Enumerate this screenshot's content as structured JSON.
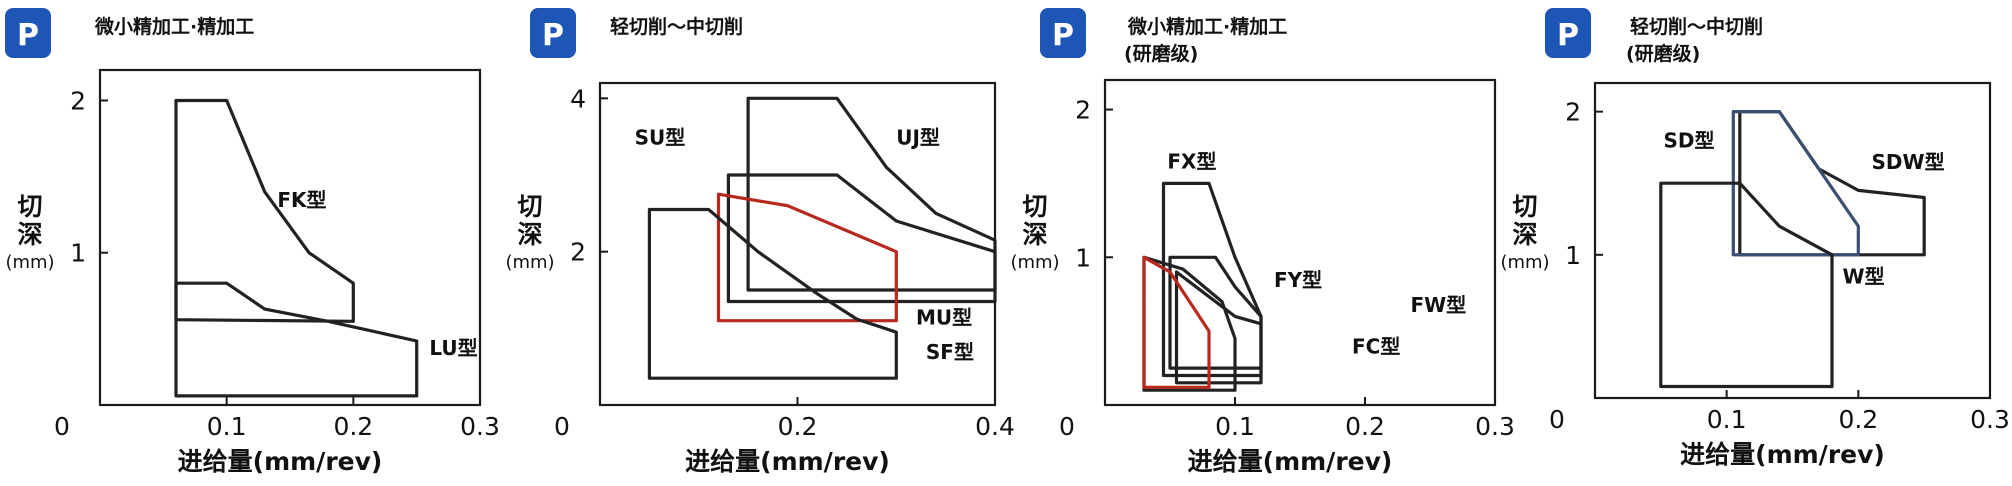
{
  "colors": {
    "badge": "#1d56b5",
    "outline": "#222222",
    "red": "#b8281c",
    "blue": "#3a4f72",
    "axis": "#1a1a1a"
  },
  "badge_letter": "P",
  "chart_data": [
    {
      "type": "area",
      "title": "微小精加工·精加工",
      "subtitle": "",
      "xlabel": "进给量(mm/rev)",
      "ylabel": [
        "切",
        "深",
        "(mm)"
      ],
      "xlim": [
        0,
        0.3
      ],
      "ylim": [
        0,
        2.2
      ],
      "xticks": [
        0,
        0.1,
        0.2,
        0.3
      ],
      "xtick_labels": [
        "0",
        "0.1",
        "0.2",
        "0.3"
      ],
      "yticks": [
        1,
        2
      ],
      "ytick_labels": [
        "1",
        "2"
      ],
      "grid": false,
      "regions": [
        {
          "name": "FK型",
          "color": "outline",
          "points": [
            [
              0.06,
              0.56
            ],
            [
              0.06,
              2.0
            ],
            [
              0.1,
              2.0
            ],
            [
              0.13,
              1.4
            ],
            [
              0.165,
              1.0
            ],
            [
              0.2,
              0.8
            ],
            [
              0.2,
              0.55
            ]
          ]
        },
        {
          "name": "",
          "color": "outline",
          "points": [
            [
              0.06,
              0.06
            ],
            [
              0.06,
              0.8
            ],
            [
              0.1,
              0.8
            ],
            [
              0.13,
              0.63
            ],
            [
              0.18,
              0.55
            ],
            [
              0.25,
              0.42
            ],
            [
              0.25,
              0.06
            ]
          ]
        }
      ],
      "labels": [
        {
          "text": "FK型",
          "x": 0.14,
          "y": 1.3
        },
        {
          "text": "LU型",
          "x": 0.26,
          "y": 0.33
        }
      ]
    },
    {
      "type": "area",
      "title": "轻切削～中切削",
      "subtitle": "",
      "xlabel": "进给量(mm/rev)",
      "ylabel": [
        "切",
        "深",
        "(mm)"
      ],
      "xlim": [
        0,
        0.4
      ],
      "ylim": [
        0,
        4.2
      ],
      "xticks": [
        0,
        0.2,
        0.4
      ],
      "xtick_labels": [
        "0",
        "0.2",
        "0.4"
      ],
      "yticks": [
        2,
        4
      ],
      "ytick_labels": [
        "2",
        "4"
      ],
      "grid": false,
      "regions": [
        {
          "name": "UJ型",
          "color": "outline",
          "points": [
            [
              0.15,
              1.5
            ],
            [
              0.15,
              4.0
            ],
            [
              0.24,
              4.0
            ],
            [
              0.29,
              3.1
            ],
            [
              0.34,
              2.5
            ],
            [
              0.4,
              2.15
            ],
            [
              0.4,
              1.5
            ]
          ]
        },
        {
          "name": "",
          "color": "outline",
          "points": [
            [
              0.13,
              1.35
            ],
            [
              0.13,
              3.0
            ],
            [
              0.24,
              3.0
            ],
            [
              0.3,
              2.4
            ],
            [
              0.4,
              2.0
            ],
            [
              0.4,
              1.35
            ]
          ]
        },
        {
          "name": "MU型",
          "color": "red",
          "points": [
            [
              0.12,
              1.1
            ],
            [
              0.12,
              2.75
            ],
            [
              0.19,
              2.6
            ],
            [
              0.3,
              2.0
            ],
            [
              0.3,
              1.1
            ]
          ]
        },
        {
          "name": "SU型",
          "color": "outline",
          "points": [
            [
              0.05,
              0.35
            ],
            [
              0.05,
              2.55
            ],
            [
              0.11,
              2.55
            ],
            [
              0.16,
              2.0
            ],
            [
              0.22,
              1.45
            ],
            [
              0.26,
              1.12
            ],
            [
              0.3,
              0.95
            ],
            [
              0.3,
              0.35
            ]
          ]
        }
      ],
      "labels": [
        {
          "text": "SU型",
          "x": 0.035,
          "y": 3.4
        },
        {
          "text": "UJ型",
          "x": 0.3,
          "y": 3.4
        },
        {
          "text": "MU型",
          "x": 0.32,
          "y": 1.05
        },
        {
          "text": "SF型",
          "x": 0.33,
          "y": 0.6
        }
      ]
    },
    {
      "type": "area",
      "title": "微小精加工·精加工",
      "subtitle": "(研磨级)",
      "xlabel": "进给量(mm/rev)",
      "ylabel": [
        "切",
        "深",
        "(mm)"
      ],
      "xlim": [
        0,
        0.3
      ],
      "ylim": [
        0,
        2.2
      ],
      "xticks": [
        0,
        0.1,
        0.2,
        0.3
      ],
      "xtick_labels": [
        "0",
        "0.1",
        "0.2",
        "0.3"
      ],
      "yticks": [
        1,
        2
      ],
      "ytick_labels": [
        "1",
        "2"
      ],
      "grid": false,
      "regions": [
        {
          "name": "FX型",
          "color": "outline",
          "points": [
            [
              0.045,
              0.2
            ],
            [
              0.045,
              1.5
            ],
            [
              0.08,
              1.5
            ],
            [
              0.1,
              1.0
            ],
            [
              0.12,
              0.6
            ],
            [
              0.12,
              0.2
            ]
          ]
        },
        {
          "name": "FY型",
          "color": "outline",
          "points": [
            [
              0.05,
              0.25
            ],
            [
              0.05,
              1.0
            ],
            [
              0.085,
              1.0
            ],
            [
              0.1,
              0.8
            ],
            [
              0.12,
              0.6
            ],
            [
              0.12,
              0.25
            ]
          ]
        },
        {
          "name": "FW型",
          "color": "outline",
          "points": [
            [
              0.055,
              0.15
            ],
            [
              0.055,
              0.9
            ],
            [
              0.07,
              0.8
            ],
            [
              0.1,
              0.6
            ],
            [
              0.12,
              0.55
            ],
            [
              0.12,
              0.15
            ]
          ]
        },
        {
          "name": "FC型",
          "color": "outline",
          "points": [
            [
              0.03,
              0.1
            ],
            [
              0.03,
              1.0
            ],
            [
              0.06,
              0.92
            ],
            [
              0.09,
              0.7
            ],
            [
              0.1,
              0.45
            ],
            [
              0.1,
              0.1
            ]
          ]
        },
        {
          "name": "",
          "color": "red",
          "points": [
            [
              0.03,
              0.12
            ],
            [
              0.03,
              1.0
            ],
            [
              0.05,
              0.9
            ],
            [
              0.08,
              0.5
            ],
            [
              0.08,
              0.12
            ]
          ]
        }
      ],
      "labels": [
        {
          "text": "FX型",
          "x": 0.048,
          "y": 1.6
        },
        {
          "text": "FY型",
          "x": 0.13,
          "y": 0.8
        },
        {
          "text": "FW型",
          "x": 0.235,
          "y": 0.63
        },
        {
          "text": "FC型",
          "x": 0.19,
          "y": 0.35
        }
      ]
    },
    {
      "type": "area",
      "title": "轻切削～中切削",
      "subtitle": "(研磨级)",
      "xlabel": "进给量(mm/rev)",
      "ylabel": [
        "切",
        "深",
        "(mm)"
      ],
      "xlim": [
        0,
        0.3
      ],
      "ylim": [
        0,
        2.2
      ],
      "xticks": [
        0,
        0.1,
        0.2,
        0.3
      ],
      "xtick_labels": [
        "0",
        "0.1",
        "0.2",
        "0.3"
      ],
      "yticks": [
        1,
        2
      ],
      "ytick_labels": [
        "1",
        "2"
      ],
      "grid": false,
      "regions": [
        {
          "name": "SDW型",
          "color": "outline",
          "points": [
            [
              0.11,
              1.0
            ],
            [
              0.11,
              2.0
            ],
            [
              0.14,
              2.0
            ],
            [
              0.17,
              1.6
            ],
            [
              0.2,
              1.45
            ],
            [
              0.25,
              1.4
            ],
            [
              0.25,
              1.0
            ]
          ]
        },
        {
          "name": "SD型",
          "color": "blue",
          "points": [
            [
              0.105,
              1.0
            ],
            [
              0.105,
              2.0
            ],
            [
              0.14,
              2.0
            ],
            [
              0.2,
              1.2
            ],
            [
              0.2,
              1.0
            ]
          ]
        },
        {
          "name": "W型",
          "color": "outline",
          "points": [
            [
              0.05,
              0.08
            ],
            [
              0.05,
              1.5
            ],
            [
              0.11,
              1.5
            ],
            [
              0.14,
              1.2
            ],
            [
              0.18,
              1.0
            ],
            [
              0.18,
              0.08
            ]
          ]
        }
      ],
      "labels": [
        {
          "text": "SD型",
          "x": 0.052,
          "y": 1.75
        },
        {
          "text": "SDW型",
          "x": 0.21,
          "y": 1.6
        },
        {
          "text": "W型",
          "x": 0.188,
          "y": 0.8
        }
      ]
    }
  ]
}
